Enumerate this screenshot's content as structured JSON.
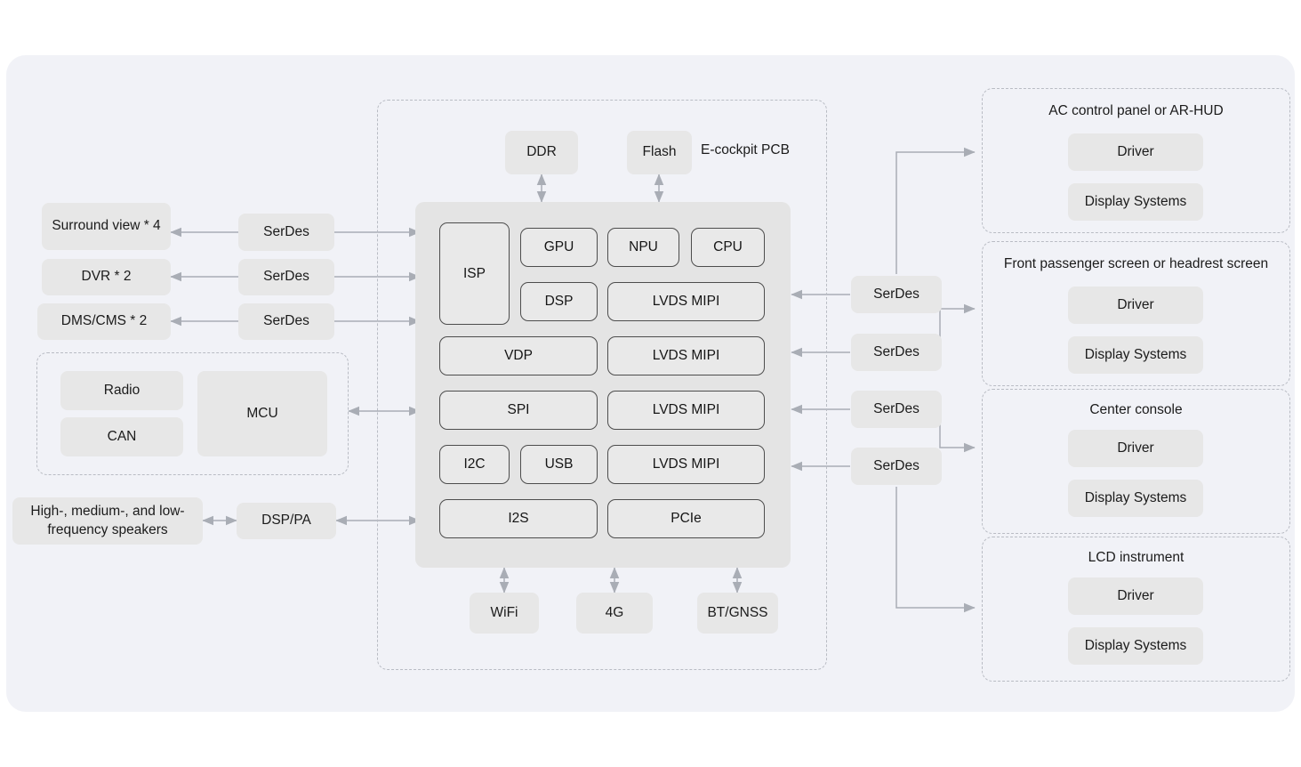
{
  "canvas": {
    "background": "#f1f2f7",
    "page_background": "#ffffff"
  },
  "colors": {
    "node_fill": "#e7e7e7",
    "soc_fill": "#e4e4e4",
    "soc_cell_fill": "#e9e9e9",
    "soc_cell_border": "#4d4d4d",
    "dashed_border": "#b9bcc4",
    "wire": "#a9adb5",
    "text": "#1b1b1b"
  },
  "pcb": {
    "label": "E-cockpit PCB",
    "memory": [
      {
        "name": "ddr",
        "label": "DDR"
      },
      {
        "name": "flash",
        "label": "Flash"
      }
    ],
    "soc_cells": [
      {
        "name": "isp",
        "label": "ISP"
      },
      {
        "name": "gpu",
        "label": "GPU"
      },
      {
        "name": "npu",
        "label": "NPU"
      },
      {
        "name": "cpu",
        "label": "CPU"
      },
      {
        "name": "dsp",
        "label": "DSP"
      },
      {
        "name": "lvds-mipi-1",
        "label": "LVDS MIPI"
      },
      {
        "name": "vdp",
        "label": "VDP"
      },
      {
        "name": "lvds-mipi-2",
        "label": "LVDS MIPI"
      },
      {
        "name": "spi",
        "label": "SPI"
      },
      {
        "name": "lvds-mipi-3",
        "label": "LVDS MIPI"
      },
      {
        "name": "i2c",
        "label": "I2C"
      },
      {
        "name": "usb",
        "label": "USB"
      },
      {
        "name": "lvds-mipi-4",
        "label": "LVDS MIPI"
      },
      {
        "name": "i2s",
        "label": "I2S"
      },
      {
        "name": "pcie",
        "label": "PCIe"
      }
    ],
    "radios": [
      {
        "name": "wifi",
        "label": "WiFi"
      },
      {
        "name": "4g",
        "label": "4G"
      },
      {
        "name": "bt-gnss",
        "label": "BT/GNSS"
      }
    ]
  },
  "left": {
    "cameras": [
      {
        "name": "surround-view",
        "label": "Surround view * 4"
      },
      {
        "name": "dvr",
        "label": "DVR * 2"
      },
      {
        "name": "dms-cms",
        "label": "DMS/CMS * 2"
      }
    ],
    "camera_serdes": [
      {
        "name": "serdes-surround",
        "label": "SerDes"
      },
      {
        "name": "serdes-dvr",
        "label": "SerDes"
      },
      {
        "name": "serdes-dms",
        "label": "SerDes"
      }
    ],
    "mcu_group": {
      "name": "mcu-group",
      "stack": [
        {
          "name": "radio",
          "label": "Radio"
        },
        {
          "name": "can",
          "label": "CAN"
        }
      ],
      "mcu": {
        "name": "mcu",
        "label": "MCU"
      }
    },
    "audio": {
      "speakers": {
        "name": "speakers",
        "label": "High-, medium-, and low-frequency speakers"
      },
      "dsp_pa": {
        "name": "dsp-pa",
        "label": "DSP/PA"
      }
    }
  },
  "right": {
    "serdes": [
      {
        "name": "serdes-ac-hud",
        "label": "SerDes"
      },
      {
        "name": "serdes-front-passenger",
        "label": "SerDes"
      },
      {
        "name": "serdes-center-console",
        "label": "SerDes"
      },
      {
        "name": "serdes-lcd-instrument",
        "label": "SerDes"
      }
    ],
    "displays": [
      {
        "name": "ac-control-panel-or-ar-hud",
        "title": "AC control panel or AR-HUD",
        "items": [
          {
            "name": "driver",
            "label": "Driver"
          },
          {
            "name": "display-systems",
            "label": "Display Systems"
          }
        ]
      },
      {
        "name": "front-passenger-screen-or-headrest-screen",
        "title": "Front passenger screen or headrest screen",
        "items": [
          {
            "name": "driver",
            "label": "Driver"
          },
          {
            "name": "display-systems",
            "label": "Display Systems"
          }
        ]
      },
      {
        "name": "center-console",
        "title": "Center console",
        "items": [
          {
            "name": "driver",
            "label": "Driver"
          },
          {
            "name": "display-systems",
            "label": "Display Systems"
          }
        ]
      },
      {
        "name": "lcd-instrument",
        "title": "LCD instrument",
        "items": [
          {
            "name": "driver",
            "label": "Driver"
          },
          {
            "name": "display-systems",
            "label": "Display Systems"
          }
        ]
      }
    ]
  }
}
